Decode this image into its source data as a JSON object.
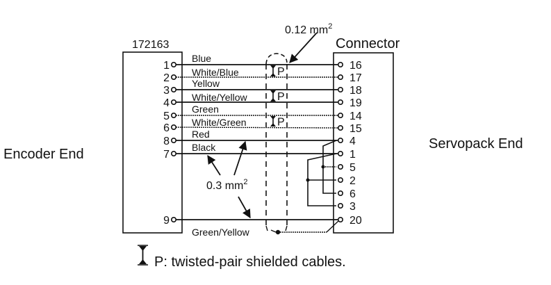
{
  "labels": {
    "left_end": "Encoder End",
    "right_end": "Servopack End",
    "left_connector": "172163",
    "right_connector": "Connector",
    "gauge_small": "0.12 mm",
    "gauge_large": "0.3 mm",
    "gauge_superscript": "2",
    "twisted_pair_mark": "P",
    "legend_text": "P: twisted-pair shielded cables."
  },
  "wires": [
    {
      "left_pin": "1",
      "color": "Blue",
      "right_pin": "16",
      "style": "solid"
    },
    {
      "left_pin": "2",
      "color": "White/Blue",
      "right_pin": "17",
      "style": "dotted"
    },
    {
      "left_pin": "3",
      "color": "Yellow",
      "right_pin": "18",
      "style": "solid"
    },
    {
      "left_pin": "4",
      "color": "White/Yellow",
      "right_pin": "19",
      "style": "solid"
    },
    {
      "left_pin": "5",
      "color": "Green",
      "right_pin": "14",
      "style": "dotted"
    },
    {
      "left_pin": "6",
      "color": "White/Green",
      "right_pin": "15",
      "style": "dotted"
    },
    {
      "left_pin": "8",
      "color": "Red",
      "right_pin": "4",
      "style": "solid"
    },
    {
      "left_pin": "7",
      "color": "Black",
      "right_pin": "1",
      "style": "solid"
    },
    {
      "left_pin": "9",
      "color": "",
      "right_pin": "20",
      "style": "solid"
    }
  ],
  "shield": {
    "color": "Green/Yellow",
    "right_pin": "20"
  },
  "right_extra_pins": [
    "5",
    "2",
    "6",
    "3"
  ],
  "jumpers": [
    {
      "from": "4",
      "to": "6"
    },
    {
      "from": "1",
      "to": "3"
    },
    {
      "from": "5",
      "to": "6",
      "junction": true
    },
    {
      "from": "2",
      "to": "3",
      "junction": true
    }
  ]
}
